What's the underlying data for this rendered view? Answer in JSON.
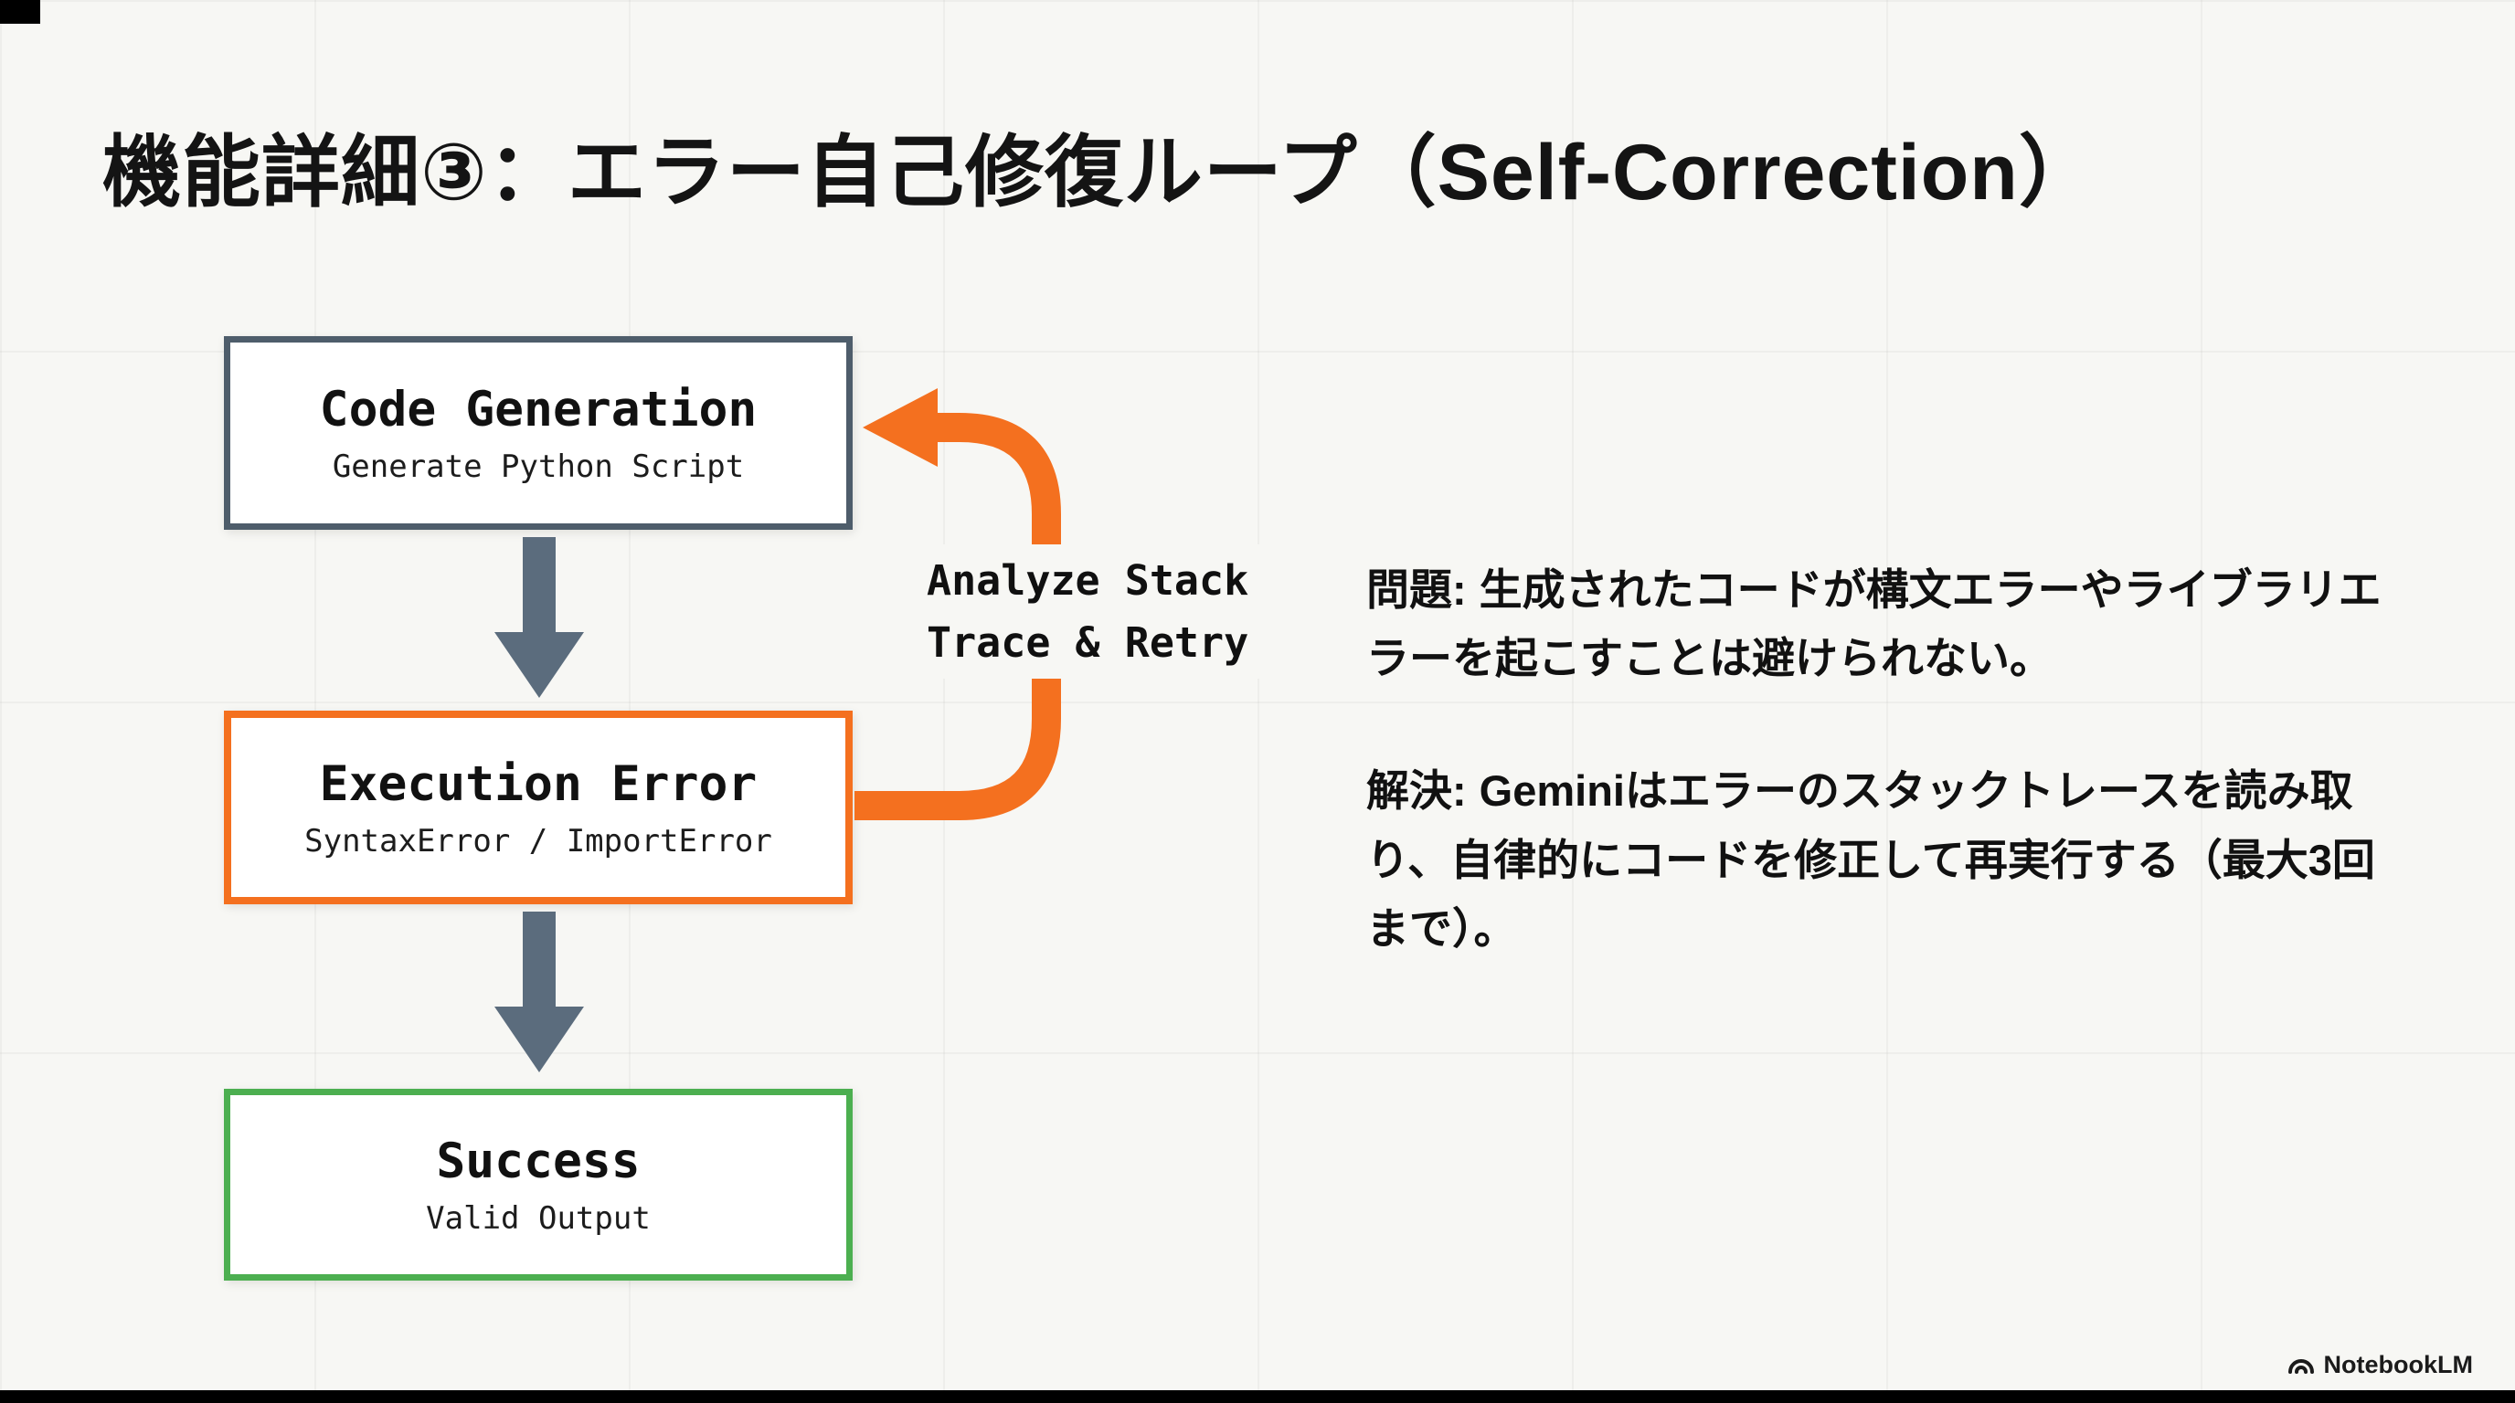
{
  "title": "機能詳細③：エラー自己修復ループ（Self-Correction）",
  "flow": {
    "boxes": [
      {
        "title": "Code Generation",
        "subtitle": "Generate Python Script",
        "border_color": "#4e5d6b"
      },
      {
        "title": "Execution Error",
        "subtitle": "SyntaxError / ImportError",
        "border_color": "#f4701f"
      },
      {
        "title": "Success",
        "subtitle": "Valid Output",
        "border_color": "#4caf50"
      }
    ],
    "down_arrow_color": "#5b6c7d",
    "loop": {
      "color": "#f4701f",
      "label_line1": "Analyze Stack",
      "label_line2": "Trace & Retry"
    }
  },
  "notes": {
    "problem": {
      "label": "問題:",
      "text": "生成されたコードが構文エラーやライブラリエラーを起こすことは避けられない。"
    },
    "solution": {
      "label": "解決:",
      "text": "Geminiはエラーのスタックトレースを読み取り、自律的にコードを修正して再実行する（最大3回まで）。"
    }
  },
  "footer": {
    "brand": "NotebookLM"
  }
}
